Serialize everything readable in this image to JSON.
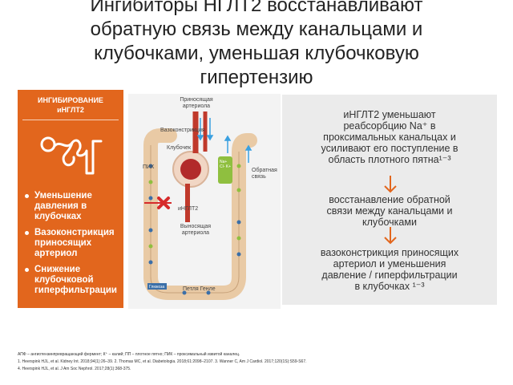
{
  "slide": {
    "title_lines": [
      "Ингибиторы НГЛТ2 восстанавливают",
      "обратную связь между канальцами и",
      "клубочками, уменьшая клубочковую",
      "гипертензию"
    ]
  },
  "left_panel": {
    "heading_lines": [
      "ИНГИБИРОВАНИЕ",
      "иНГЛТ2"
    ],
    "bullets": [
      "Уменьшение давления в клубочках",
      "Вазоконстрикция приносящих артериол",
      "Снижение клубочковой гиперфильтрации"
    ]
  },
  "diagram": {
    "labels": {
      "afferent": "Приносящая артериола",
      "vasoconstriction": "Вазоконстрикция",
      "glomerulus": "Клубочек",
      "pik": "ПИК",
      "feedback": "Обратная связь",
      "inhibitor": "иНГЛТ2",
      "efferent": "Выносящая артериола",
      "loop": "Петля Генле",
      "transport": "Na+ Cl- K+",
      "legend": "Глюкоза"
    }
  },
  "right_panel": {
    "block1_lines": [
      "иНГЛТ2 уменьшают",
      "реабсорбцию Na⁺ в",
      "проксимальных канальцах и",
      "усиливают его поступление в",
      "область плотного пятна¹⁻³"
    ],
    "block2_lines": [
      "восстанавление обратной",
      "связи между канальцами и",
      "клубочками"
    ],
    "block3_lines": [
      "вазоконстрикция приносящих",
      "артериол и уменьшения",
      "давление / гиперфильтрации",
      "в клубочках ¹⁻³"
    ]
  },
  "footer": {
    "lines": [
      "АПФ – ангиотензинпревращающий фермент; К⁺ – калий; ПП – плотное пятно; ПИК – проксимальный извитой каналец.",
      "1. Heerspink HJL, et al. Kidney Int. 2018;94(1):26–39. 2. Thomas MC, et al. Diabetologia. 2018;61:2098–2107. 3. Wanner C, Am J Cardiol. 2017;120(1S):S59-S67.",
      "4. Heerspink HJL, et al. J Am Soc Nephrol. 2017;28(1):368-375."
    ]
  },
  "colors": {
    "accent_orange": "#e2661d",
    "panel_grey": "#ebebeb",
    "tubule_beige": "#e9caa5",
    "vessel_red": "#c0392b",
    "flow_blue": "#3aa0e0"
  }
}
